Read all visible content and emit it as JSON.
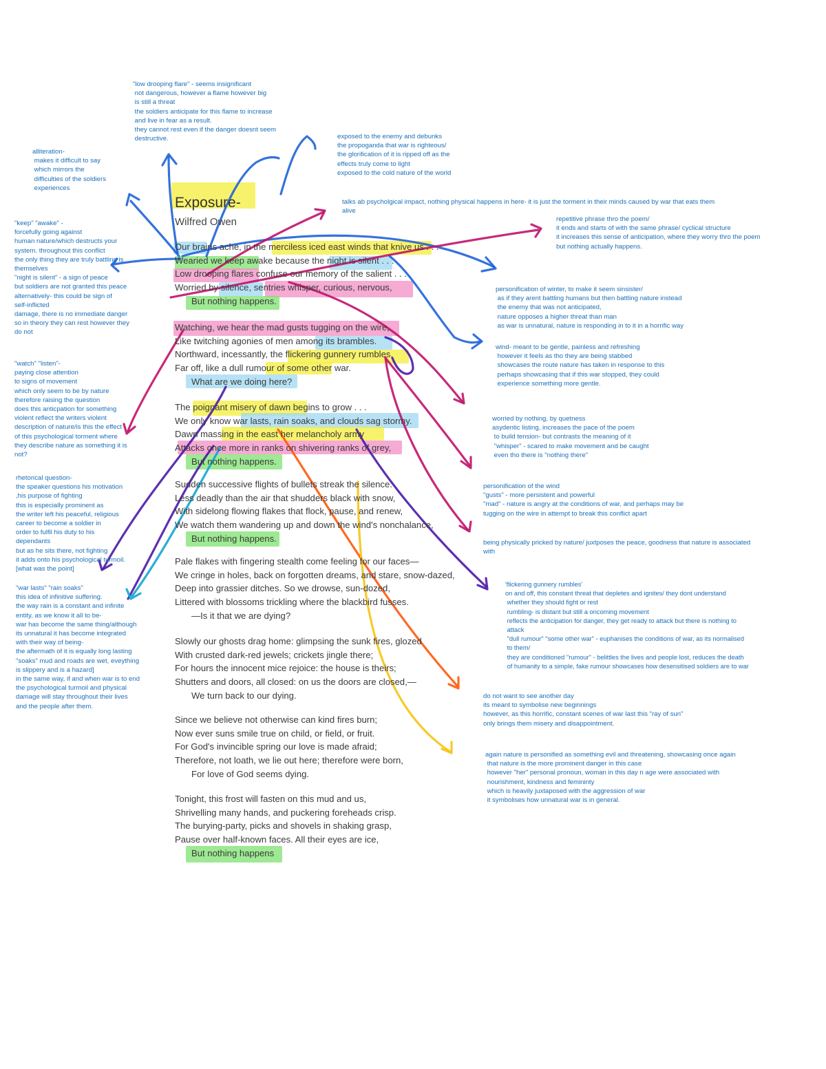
{
  "poem": {
    "title": "Exposure-",
    "author": "Wilfred Owen",
    "stanzas": [
      {
        "lines": [
          "Our brains ache, in the merciless iced east winds that knive us . . .",
          "Wearied we keep awake because the night is silent . . .",
          "Low drooping flares confuse our memory of the salient . . .",
          "Worried by silence, sentries whisper, curious, nervous,"
        ],
        "refrain": "But nothing happens."
      },
      {
        "lines": [
          "Watching, we hear the mad gusts tugging on the wire,",
          "Like twitching agonies of men among its brambles.",
          "Northward, incessantly, the flickering gunnery rumbles,",
          "Far off, like a dull rumour of some other war."
        ],
        "refrain": "What are we doing here?"
      },
      {
        "lines": [
          "The poignant misery of dawn begins to grow . . .",
          "We only know war lasts, rain soaks, and clouds sag stormy.",
          "Dawn massing in the east her melancholy army",
          "Attacks once more in ranks on shivering ranks of grey,"
        ],
        "refrain": "But nothing happens."
      },
      {
        "lines": [
          "Sudden successive flights of bullets streak the silence.",
          "Less deadly than the air that shudders black with snow,",
          "With sidelong flowing flakes that flock, pause, and renew,",
          "We watch them wandering up and down the wind's nonchalance,"
        ],
        "refrain": "But nothing happens."
      },
      {
        "lines": [
          "Pale flakes with fingering stealth come feeling for our faces—",
          "We cringe in holes, back on forgotten dreams, and stare, snow-dazed,",
          "Deep into grassier ditches. So we drowse, sun-dozed,",
          "Littered with blossoms trickling where the blackbird fusses."
        ],
        "refrain": "—Is it that we are dying?"
      },
      {
        "lines": [
          "Slowly our ghosts drag home: glimpsing the sunk fires, glozed",
          "With crusted dark-red jewels; crickets jingle there;",
          "For hours the innocent mice rejoice: the house is theirs;",
          "Shutters and doors, all closed: on us the doors are closed,—"
        ],
        "refrain": "We turn back to our dying."
      },
      {
        "lines": [
          "Since we believe not otherwise can kind fires burn;",
          "Now ever suns smile true on child, or field, or fruit.",
          "For God's invincible spring our love is made afraid;",
          "Therefore, not loath, we lie out here; therefore were born,"
        ],
        "refrain": "For love of God seems dying."
      },
      {
        "lines": [
          "Tonight, this frost will fasten on this mud and us,",
          "Shrivelling many hands, and puckering foreheads crisp.",
          "The burying-party, picks and shovels in shaking grasp,",
          "Pause over half-known faces. All their eyes are ice,"
        ],
        "refrain": "But nothing happens"
      }
    ]
  },
  "annotations": {
    "low_drooping_flare": "\"low drooping flare\" - seems insignificant\n not dangerous, however a flame however big\n is still a threat\n the soldiers anticipate for this flame to increase\n and live in fear as a result.\n they cannot rest even if the danger doesnt seem\n destructive.",
    "exposed_enemy": "exposed to the enemy and debunks\nthe propoganda that war is righteous/\nthe glorification of it is ripped off as the\neffects truly come to light\nexposed to the cold nature of the world",
    "alliteration": "alliteration-\n makes it difficult to say\n which mirrors the\n difficulties of the soldiers\n experiences",
    "psychological": "talks ab psycholgical impact, nothing physical happens in here- it is just the torment in their minds caused by war that eats them\nalive",
    "keep_awake": "\"keep\" \"awake\" -\nforcefully going against\nhuman nature/which destructs your\nsystem. throughout this conflict\nthe only thing they are truly battling is\nthemselves\n\"night is silent\" - a sign of peace\nbut soldiers are not granted this peace\nalternatively- this could be sign of\nself-inflicted\ndamage, there is no immediate danger\nso in theory they can rest however they\ndo not",
    "repetitive_phrase": "repetitive phrase thro the poem/\nit ends and starts of with the same phrase/ cyclical structure\nit increases this sense of anticipation, where they worry thro the poem\nbut nothing actually happens.",
    "personification_winter": "personification of winter, to make it seem sinsister/\n as if they arent battling humans but then battling nature instead\n the enemy that was not anticipated,\n nature opposes a higher threat than man\n as war is unnatural, nature is responding in to it in a horrific way",
    "wind": "wind- meant to be gentle, painless and refreshing\n however it feels as tho they are being stabbed\n showcases the route nature has taken in response to this\n perhaps showcasing that if this war stopped, they could\n experience something more gentle.",
    "watch_listen": "\"watch\" \"listen\"-\npaying close attention\nto signs of movement\nwhich only seem to be by nature\ntherefore raising the question\ndoes this anticpation for something\nviolent reflect the writers violent\ndescription of nature/is this the effect\nof this psychological torment where\nthey describe nature as something it is\nnot?",
    "worried_nothing": "worried by nothing, by quetness\nasydentic listing, increases the pace of the poem\n to build tension- but contrasts the meaning of it\n \"whisper\" - scared to make movement and be caught\n even tho there is \"nothing there\"",
    "personification_wind": "personification of the wind\n\"gusts\" - more persistent and powerful\n\"mad\" - nature is angry at the conditions of war, and perhaps may be\ntugging on the wire in attempt to break this conflict apart",
    "rhetorical": "rhetorical question-\nthe speaker questions his motivation\n,his purpose of fighting\nthis is especially prominent as\nthe writer left his peaceful, religious\ncareer to become a soldier in\norder to fulfil his duty to his\ndependants\nbut as he sits there, not fighting\nit adds onto his psychological turmoil.\n[what was the point]",
    "physically_pricked": "being physically pricked by nature/ juxtposes the peace, goodness that nature is associated\nwith",
    "war_lasts": "\"war lasts\" \"rain soaks\"\nthis idea of infinitive suffering.\nthe way rain is a constant and infinite\nentity, as we know it all to be-\nwar has become the same thing/although\nits unnatural it has become integrated\nwith their way of being-\nthe aftermath of it is equally long lasting\n\"soaks\" mud and roads are wet, eveything\nis slippery and is a hazard]\nin the same way, if and when war is to end\nthe psychological turmoil and physical\ndamage will stay throughout their lives\nand the people after them.",
    "flickering": "'flickering gunnery rumbles'\non and off, this constant threat that depletes and ignites/ they dont understand\n whether they should fight or rest\n rumbling- is distant but still a oncoming movement\n reflects the anticipation for danger, they get ready to attack but there is nothing to\n attack\n \"dull rumour\" \"some other war\" - euphanises the conditions of war, as its normalised\n to them/\n they are conditioned \"rumour\" - belittles the lives and people lost, reduces the death\n of humanity to a simple, fake rumour showcases how desensitised soldiers are to war",
    "another_day": "do not want to see another day\nits meant to symbolise new beginnings\nhowever, as this horrific, constant scenes of war last this \"ray of sun\"\nonly brings them misery and disappointment.",
    "nature_personified": "again nature is personified as something evil and threatening, showcasing once again\n that nature is the more prominent danger in this case\n however \"her\" personal pronoun, woman in this day n age were associated with\n nourishment, kindness and femininty\n which is heavily juxtaposed with the aggression of war\n it symbolises how unnatural war is in general."
  },
  "colors": {
    "note_text": "#1b6fb8",
    "highlight_yellow": "#f4ee3a",
    "highlight_pink": "#f28fc4",
    "highlight_blue": "#9fd8f2",
    "highlight_green": "#7de26f",
    "ink_blue": "#1f63d8",
    "ink_magenta": "#c0136b",
    "ink_purple": "#4b1aa8",
    "ink_orange": "#ff5a0a",
    "ink_yellow": "#f7c313",
    "ink_cyan": "#10a5d0"
  }
}
